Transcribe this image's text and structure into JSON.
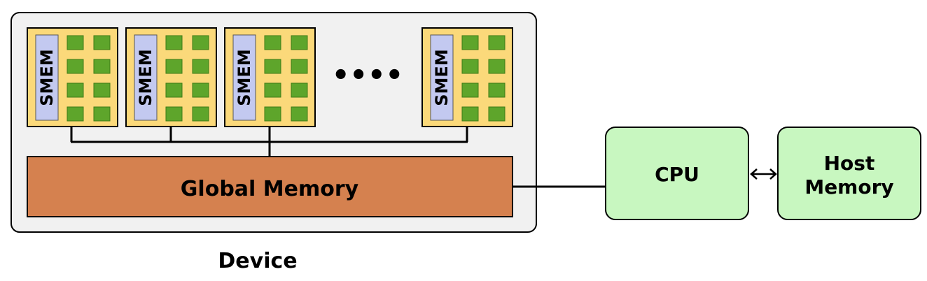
{
  "device": {
    "label": "Device"
  },
  "global_memory": {
    "label": "Global Memory"
  },
  "sm": {
    "smem_label": "SMEM",
    "count_visible": 4,
    "cores_per_sm": 8
  },
  "ellipsis": "••••",
  "cpu": {
    "label": "CPU"
  },
  "host_memory": {
    "line1": "Host",
    "line2": "Memory"
  },
  "colors": {
    "device_bg": "#f1f1f1",
    "sm_bg": "#fbd97a",
    "smem_bg": "#c3c9f0",
    "core": "#5ea52b",
    "global_memory": "#d5814f",
    "cpu_bg": "#c8f7c0",
    "host_bg": "#c8f7c0"
  }
}
